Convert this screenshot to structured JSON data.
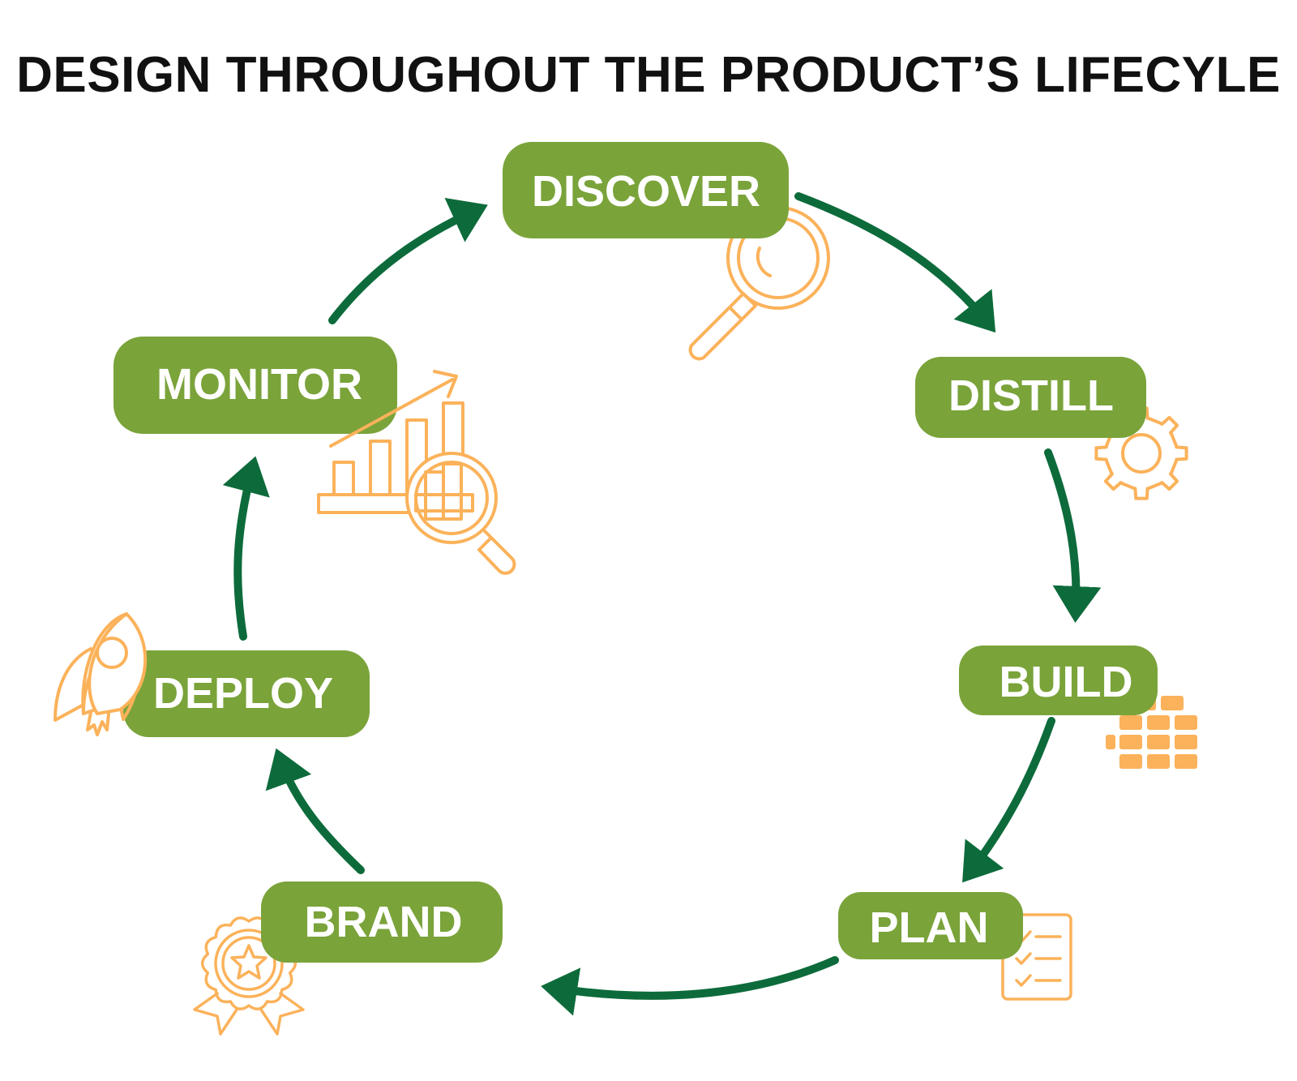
{
  "title": "DESIGN THROUGHOUT THE PRODUCT’S LIFECYLE",
  "colors": {
    "stage_fill": "#7aa33a",
    "arrow": "#0d6b3b",
    "icon": "#fbb25a",
    "title": "#111111",
    "background": "#ffffff"
  },
  "stages": [
    {
      "id": "discover",
      "label": "DISCOVER",
      "icon": "magnifying-glass-icon"
    },
    {
      "id": "distill",
      "label": "DISTILL",
      "icon": "gear-icon"
    },
    {
      "id": "build",
      "label": "BUILD",
      "icon": "brick-wall-icon"
    },
    {
      "id": "plan",
      "label": "PLAN",
      "icon": "checklist-icon"
    },
    {
      "id": "brand",
      "label": "BRAND",
      "icon": "award-badge-icon"
    },
    {
      "id": "deploy",
      "label": "DEPLOY",
      "icon": "rocket-icon"
    },
    {
      "id": "monitor",
      "label": "MONITOR",
      "icon": "analytics-chart-icon"
    }
  ],
  "flow": [
    [
      "discover",
      "distill"
    ],
    [
      "distill",
      "build"
    ],
    [
      "build",
      "plan"
    ],
    [
      "plan",
      "brand"
    ],
    [
      "brand",
      "deploy"
    ],
    [
      "deploy",
      "monitor"
    ],
    [
      "monitor",
      "discover"
    ]
  ]
}
